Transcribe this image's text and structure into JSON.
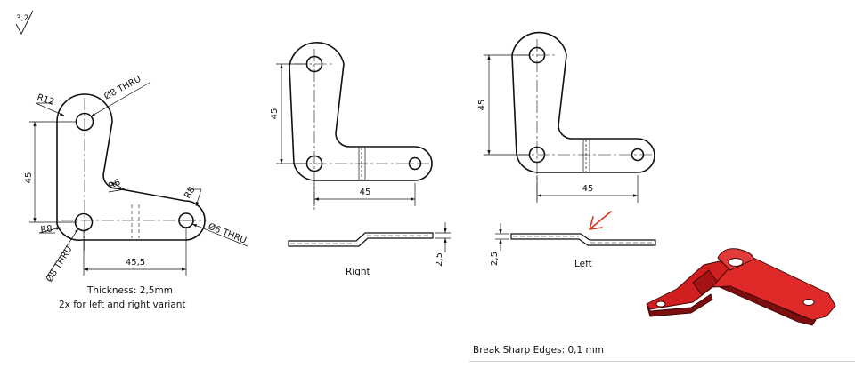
{
  "surface_finish": {
    "value": "3,2"
  },
  "view_main": {
    "radius_top": "R12",
    "hole_top": "Ø8 THRU",
    "radius_inner": "R6",
    "radius_right": "R8",
    "radius_left": "R8",
    "hole_bottom_left": "Ø8 THRU",
    "hole_right": "Ø6 THRU",
    "height_dim": "45",
    "width_dim": "45,5"
  },
  "view_right": {
    "label": "Right",
    "height_dim": "45",
    "width_dim": "45",
    "thickness_dim": "2,5"
  },
  "view_left": {
    "label": "Left",
    "height_dim": "45",
    "width_dim": "45",
    "thickness_dim": "2,5"
  },
  "notes": {
    "thickness": "Thickness: 2,5mm",
    "variants": "2x for left and right variant",
    "break_edges": "Break Sharp Edges: 0,1 mm"
  },
  "colors": {
    "line": "#111111",
    "annotation_arrow": "#e0301e",
    "part_red": "#cc1d1d",
    "part_red_dark": "#8e1010",
    "part_red_light": "#e23b3b"
  },
  "icons": {
    "surface_finish_symbol": "surface-finish-icon",
    "annotation_arrow": "red-arrow-icon",
    "render": "iso-part-render"
  }
}
